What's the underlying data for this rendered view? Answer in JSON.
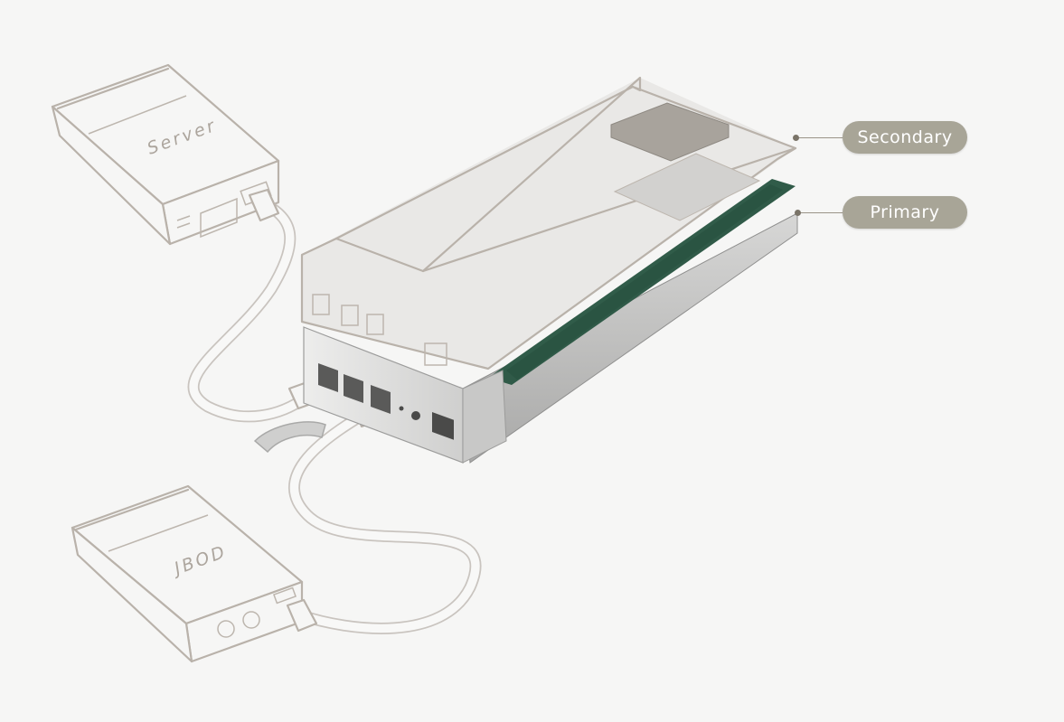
{
  "devices": {
    "server_label": "Server",
    "jbod_label": "JBOD"
  },
  "callouts": {
    "secondary": "Secondary",
    "primary": "Primary"
  },
  "colors": {
    "background": "#f6f6f5",
    "callout_fill": "#a8a597",
    "callout_text": "#ffffff",
    "pcb_green": "#2f5a48",
    "sketch_line": "#b9b2aa",
    "leader_dot": "#7a7468"
  }
}
